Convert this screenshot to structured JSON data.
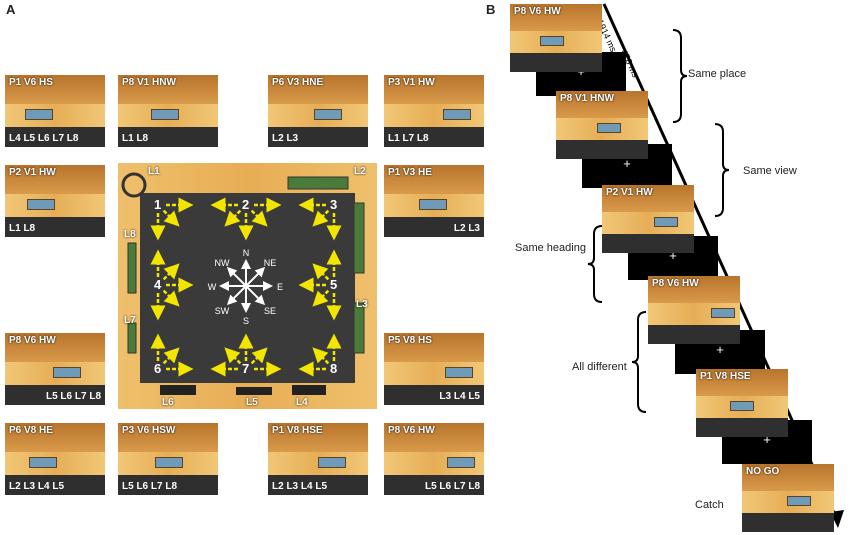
{
  "panels": {
    "a": "A",
    "b": "B"
  },
  "thumbnails_a": [
    {
      "title": "P1 V6 HS",
      "landmarks": "L4 L5 L6 L7 L8"
    },
    {
      "title": "P8 V1 HNW",
      "landmarks": "L1 L8"
    },
    {
      "title": "P6 V3 HNE",
      "landmarks": "L2 L3"
    },
    {
      "title": "P3 V1 HW",
      "landmarks": "L1 L7 L8"
    },
    {
      "title": "P2 V1 HW",
      "landmarks": "L1 L8"
    },
    {
      "title": "P1 V3 HE",
      "landmarks": "L2 L3"
    },
    {
      "title": "P8 V6 HW",
      "landmarks": "L5 L6 L7 L8"
    },
    {
      "title": "P5 V8 HS",
      "landmarks": "L3 L4 L5"
    },
    {
      "title": "P6 V8 HE",
      "landmarks": "L2 L3 L4 L5"
    },
    {
      "title": "P3 V6 HSW",
      "landmarks": "L5 L6 L7 L8"
    },
    {
      "title": "P1 V8 HSE",
      "landmarks": "L2 L3 L4 L5"
    },
    {
      "title": "P8 V6 HW",
      "landmarks": "L5 L6 L7 L8"
    }
  ],
  "map": {
    "landmarks": [
      "L1",
      "L2",
      "L3",
      "L4",
      "L5",
      "L6",
      "L7",
      "L8"
    ],
    "positions": [
      "1",
      "2",
      "3",
      "4",
      "5",
      "6",
      "7",
      "8"
    ],
    "compass": [
      "N",
      "NE",
      "E",
      "SE",
      "S",
      "SW",
      "W",
      "NW"
    ]
  },
  "sequence_b": {
    "timing_1": "1914 ms",
    "timing_2": "478 ms",
    "fixation": "+",
    "frames": [
      {
        "title": "P8 V6 HW"
      },
      {
        "title": "P8 V1 HNW"
      },
      {
        "title": "P2 V1 HW"
      },
      {
        "title": "P8 V6 HW"
      },
      {
        "title": "P1 V8 HSE"
      },
      {
        "title": "NO GO"
      }
    ],
    "conditions": [
      "Same place",
      "Same view",
      "Same heading",
      "All different",
      "Catch"
    ]
  },
  "colors": {
    "arrow": "#f2e600",
    "wall": "#e9b45a",
    "floor": "#2f2f2f"
  }
}
